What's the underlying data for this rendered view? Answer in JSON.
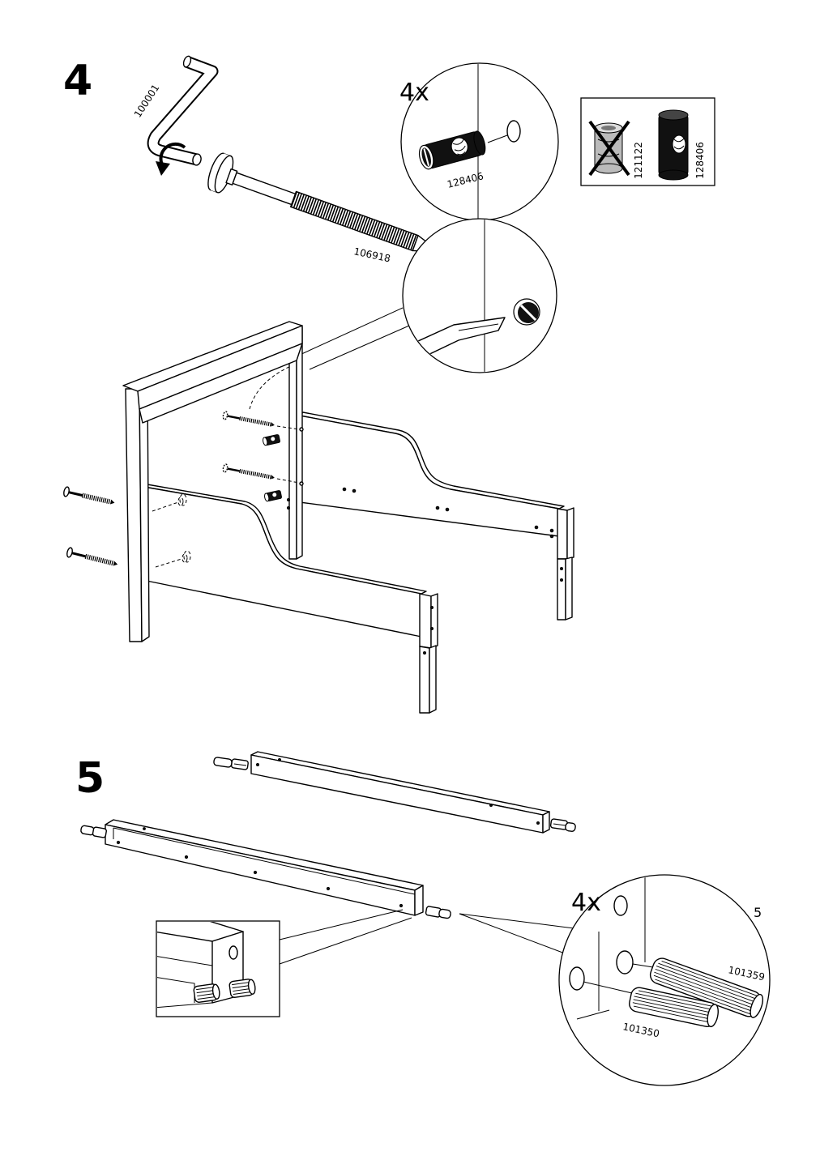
{
  "step4": {
    "number": "4",
    "allen_key_part": "100001",
    "bolt_part": "106918",
    "detail_quantity": "4x",
    "barrel_nut_part": "128406",
    "comparison": {
      "incorrect_part": "121122",
      "correct_part": "128406"
    }
  },
  "step5": {
    "number": "5",
    "detail_quantity": "4x",
    "dowel_long_part": "101359",
    "dowel_short_part": "101350"
  },
  "page_number": "5",
  "icons": {
    "rotation": "rotate-clockwise-icon",
    "incorrect": "cross-icon"
  },
  "colors": {
    "ink": "#000000",
    "paper": "#ffffff"
  }
}
